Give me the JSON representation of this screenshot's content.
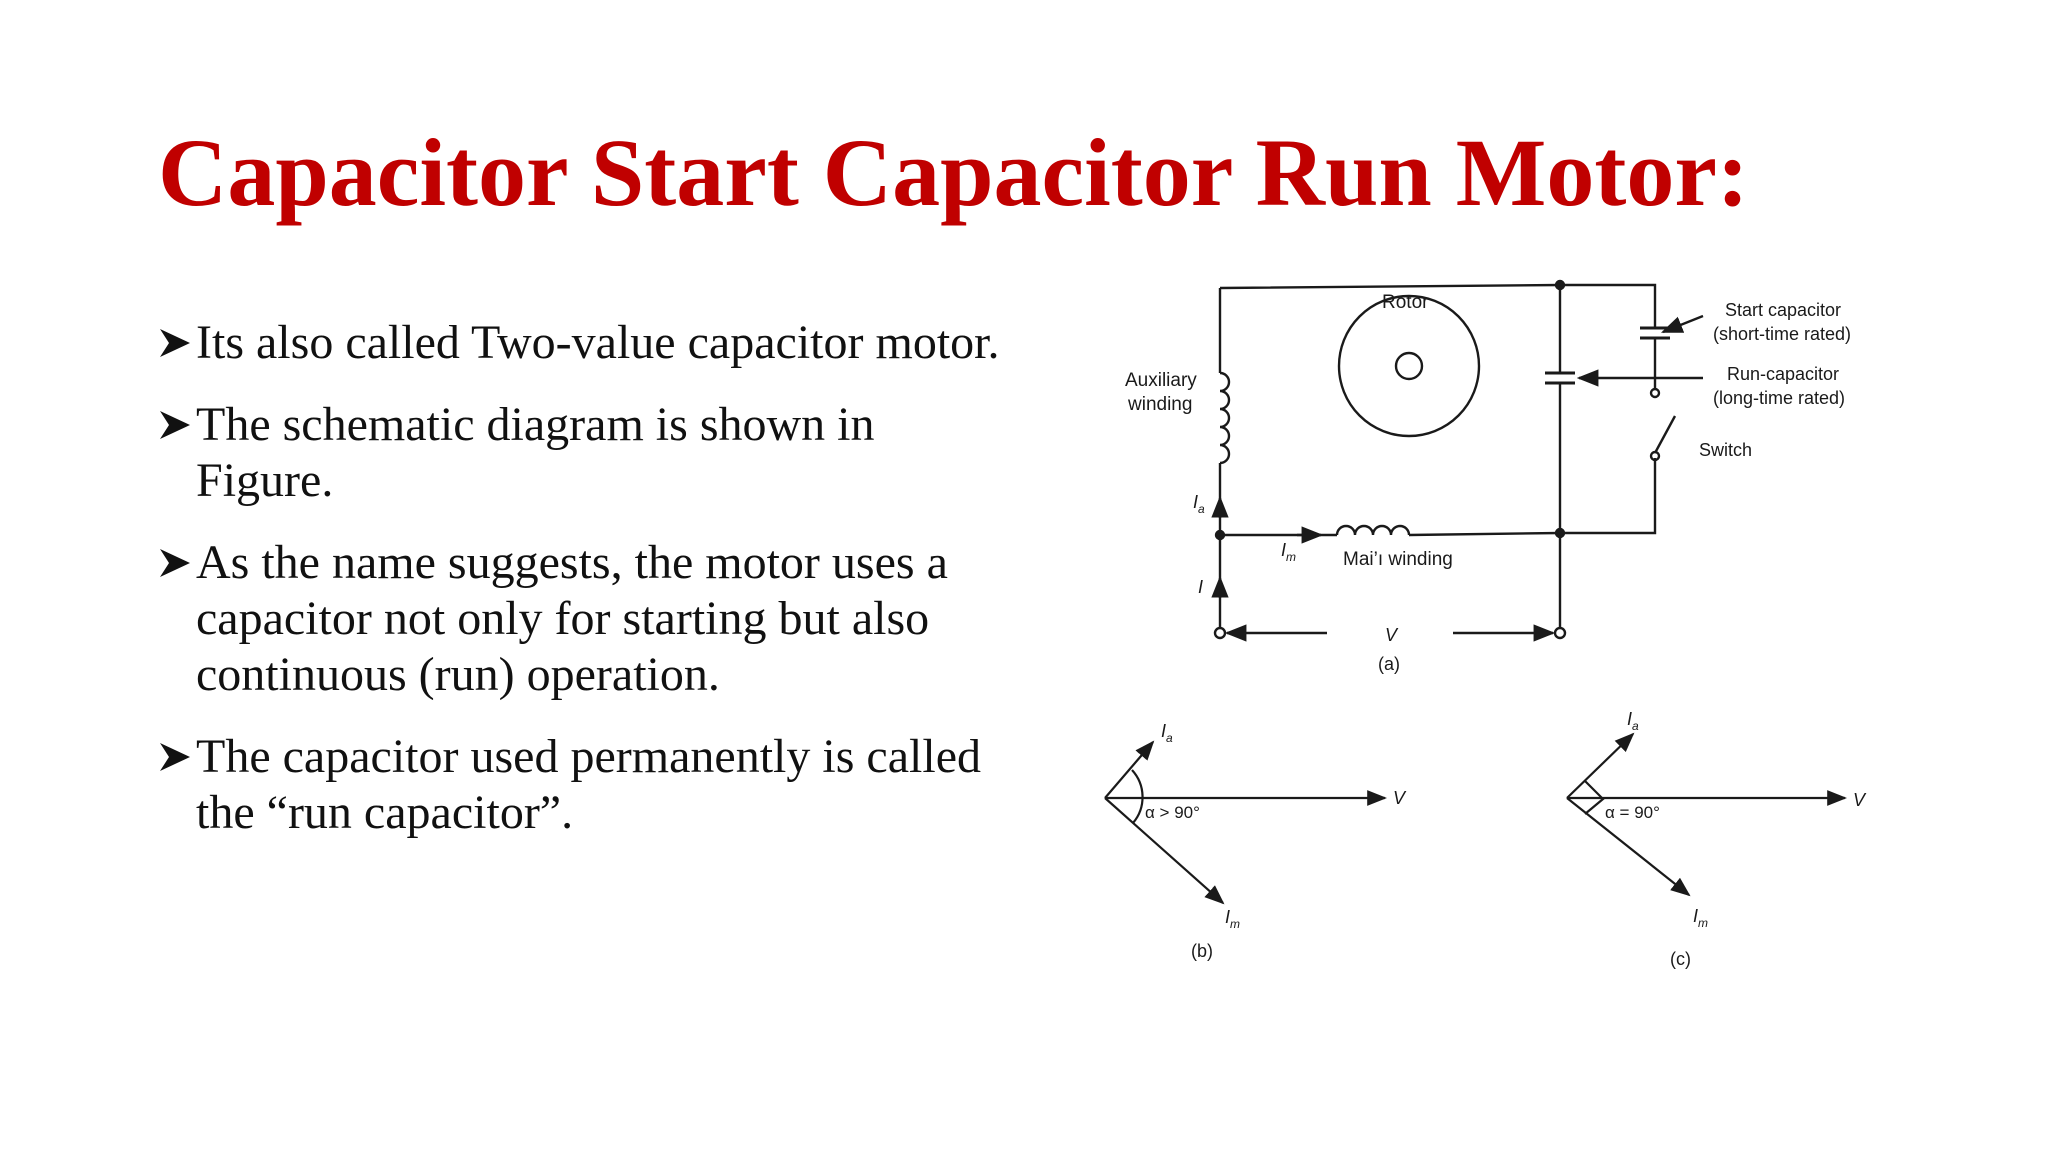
{
  "slide": {
    "title": "Capacitor Start Capacitor Run Motor:",
    "bullets": [
      {
        "marker_icon": "arrowhead-bullet-icon",
        "text": "Its also called Two-value capacitor motor."
      },
      {
        "marker_icon": "arrowhead-bullet-icon",
        "text": "The schematic diagram is shown in Figure."
      },
      {
        "marker_icon": "arrowhead-bullet-icon",
        "text": "As the name suggests, the motor uses a capacitor not only for starting but also continuous (run) operation."
      },
      {
        "marker_icon": "arrowhead-bullet-icon",
        "text": "The capacitor used permanently is called the “run capacitor”."
      }
    ]
  },
  "colors": {
    "title": "#c00000",
    "body_text": "#111111",
    "background": "#ffffff",
    "diagram_ink": "#1a1a1a"
  },
  "figure": {
    "circuit": {
      "rotor_label": "Rotor",
      "aux_winding_label_line1": "Auxiliary",
      "aux_winding_label_line2": "winding",
      "main_winding_label": "Mai’ı winding",
      "start_cap_label_line1": "Start capacitor",
      "start_cap_label_line2": "(short-time rated)",
      "run_cap_label_line1": "Run-capacitor",
      "run_cap_label_line2": "(long-time rated)",
      "switch_label": "Switch",
      "current_aux": "I",
      "current_aux_sub": "a",
      "current_main": "I",
      "current_main_sub": "m",
      "current_line": "I",
      "voltage": "V",
      "caption": "(a)"
    },
    "phasor_b": {
      "ia": "I",
      "ia_sub": "a",
      "im": "I",
      "im_sub": "m",
      "v": "V",
      "angle": "α > 90°",
      "caption": "(b)"
    },
    "phasor_c": {
      "ia": "I",
      "ia_sub": "a",
      "im": "I",
      "im_sub": "m",
      "v": "V",
      "angle": "α = 90°",
      "caption": "(c)"
    }
  }
}
